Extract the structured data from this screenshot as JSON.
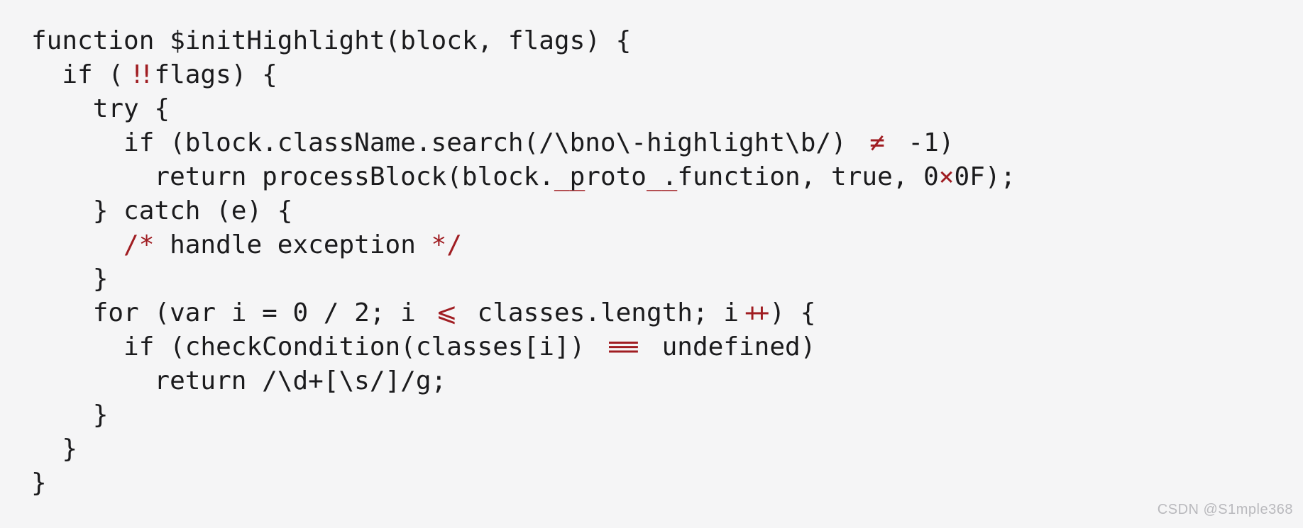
{
  "page": {
    "background": "#f5f5f6",
    "text_color": "#1b1b1d",
    "accent_red": "#a01d22",
    "watermark_color": "#b9b9bd"
  },
  "code": {
    "language": "javascript",
    "ligature_note": "ligature glyphs (!=, <=, ===, ++, !!, x, __, /*, */) rendered in accent red",
    "lines": [
      {
        "indent": 0,
        "tokens": [
          {
            "text": "function $initHighlight(block, flags) {"
          }
        ]
      },
      {
        "indent": 2,
        "tokens": [
          {
            "text": "if ("
          },
          {
            "text": "!!",
            "red": true,
            "cells": 2,
            "tight": true
          },
          {
            "text": "flags) {"
          }
        ]
      },
      {
        "indent": 4,
        "tokens": [
          {
            "text": "try {"
          }
        ]
      },
      {
        "indent": 6,
        "tokens": [
          {
            "text": "if (block.className.search(/\\bno\\-highlight\\b/) "
          },
          {
            "text": "≠",
            "red": true,
            "cells": 2
          },
          {
            "text": " -1)"
          }
        ]
      },
      {
        "indent": 8,
        "tokens": [
          {
            "text": "return processBlock(block."
          },
          {
            "text": "__",
            "red": true,
            "cells": 1
          },
          {
            "text": "proto"
          },
          {
            "text": "__",
            "red": true,
            "cells": 1
          },
          {
            "text": ".function, true, 0"
          },
          {
            "text": "×",
            "red": true
          },
          {
            "text": "0F);"
          }
        ]
      },
      {
        "indent": 4,
        "tokens": [
          {
            "text": "} catch (e) {"
          }
        ]
      },
      {
        "indent": 6,
        "tokens": [
          {
            "text": "/*",
            "red": true
          },
          {
            "text": " handle exception "
          },
          {
            "text": "*/",
            "red": true
          }
        ]
      },
      {
        "indent": 4,
        "tokens": [
          {
            "text": "}"
          }
        ]
      },
      {
        "indent": 4,
        "tokens": [
          {
            "text": "for (var i = 0 / 2; i "
          },
          {
            "text": "⩽",
            "red": true,
            "cells": 2
          },
          {
            "text": " classes.length; i"
          },
          {
            "text": "++",
            "red": true,
            "cells": 2,
            "tight": true
          },
          {
            "text": ") {"
          }
        ]
      },
      {
        "indent": 6,
        "tokens": [
          {
            "text": "if (checkCondition(classes[i]) "
          },
          {
            "text": "≡",
            "red": true,
            "cells": 3,
            "sx": 2.2
          },
          {
            "text": " undefined)"
          }
        ]
      },
      {
        "indent": 8,
        "tokens": [
          {
            "text": "return /\\d+[\\s/]/g;"
          }
        ]
      },
      {
        "indent": 4,
        "tokens": [
          {
            "text": "}"
          }
        ]
      },
      {
        "indent": 2,
        "tokens": [
          {
            "text": "}"
          }
        ]
      },
      {
        "indent": 0,
        "tokens": [
          {
            "text": "}"
          }
        ]
      }
    ]
  },
  "watermark": {
    "text": "CSDN @S1mple368"
  }
}
